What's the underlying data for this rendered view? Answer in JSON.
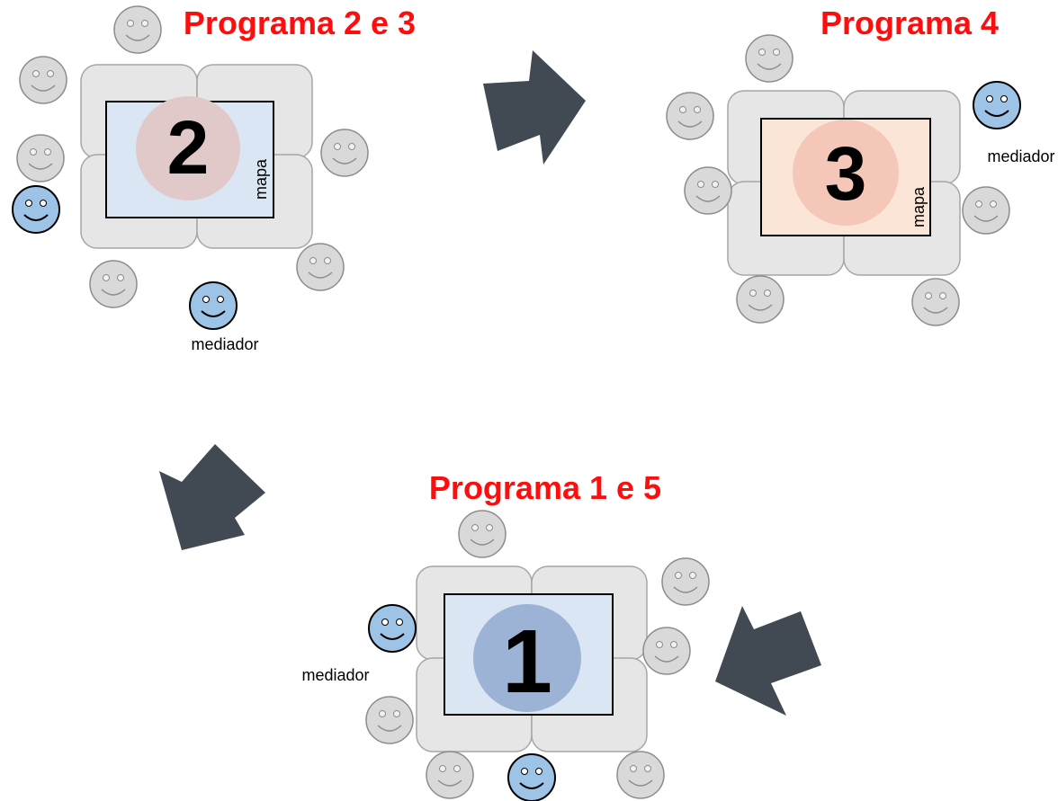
{
  "colors": {
    "title": "#ff0d0d",
    "arrow": "#414952",
    "table_fill": "#e6e6e6",
    "table_stroke": "#a6a6a6",
    "face_participant": "#d9d9d9",
    "face_participant_stroke": "#8c8c8c",
    "face_mediator": "#9dc3e6",
    "face_mediator_stroke": "#000000"
  },
  "groups": [
    {
      "title": "Programa 2 e 3",
      "number": "2",
      "map_label": "mapa",
      "map_fill": "#dae6f4",
      "circle_fill": "#e2c9c9",
      "mediator_label": "mediador"
    },
    {
      "title": "Programa 4",
      "number": "3",
      "map_label": "mapa",
      "map_fill": "#fbe5d6",
      "circle_fill": "#f4c7b8",
      "mediator_label": "mediador"
    },
    {
      "title": "Programa 1 e 5",
      "number": "1",
      "map_fill": "#dae6f4",
      "circle_fill": "#9db3d6",
      "mediator_label": "mediador"
    }
  ]
}
